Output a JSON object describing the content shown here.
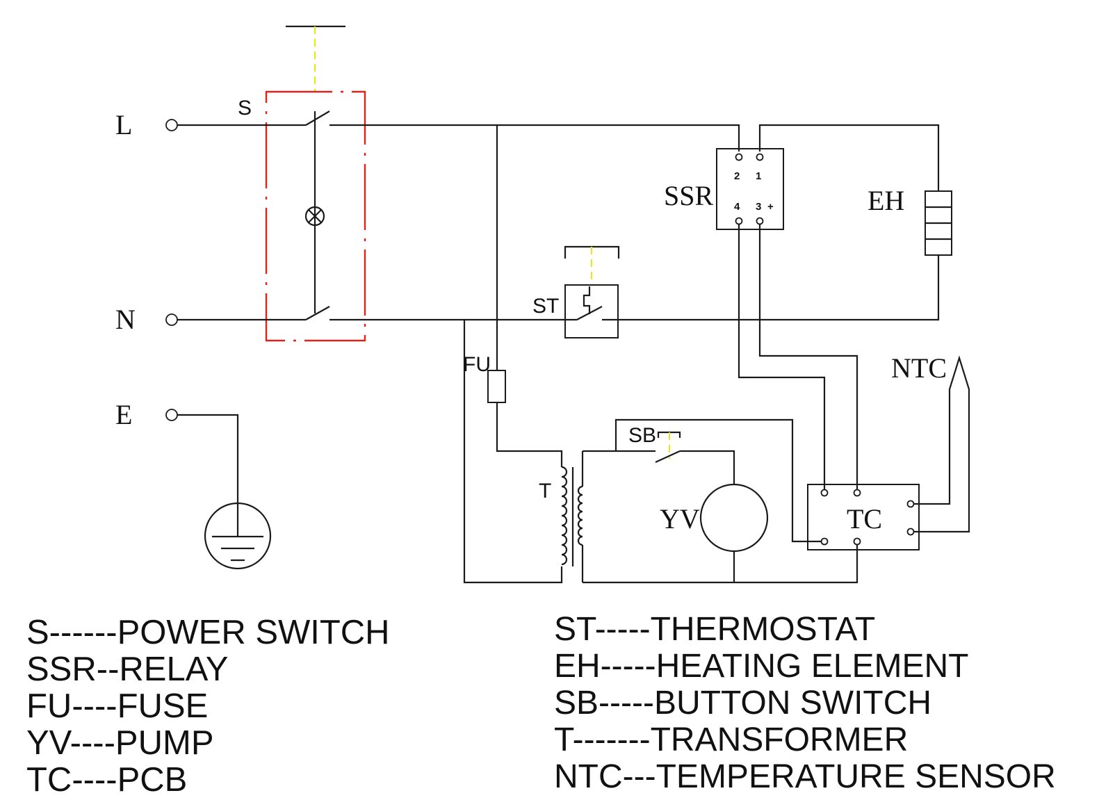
{
  "terminals": {
    "line": "L",
    "neutral": "N",
    "earth": "E"
  },
  "components": {
    "switch": "S",
    "relay": "SSR",
    "relay_pins": [
      "2",
      "1",
      "4",
      "3",
      "+"
    ],
    "heater": "EH",
    "thermostat": "ST",
    "fuse": "FU",
    "transformer": "T",
    "button": "SB",
    "pump": "YV",
    "pcb": "TC",
    "sensor": "NTC"
  },
  "colors": {
    "wire": "#1a1a1a",
    "switch_housing": "#e0231a",
    "actuator_link": "#e6e619"
  },
  "legend": {
    "left": [
      "S------POWER SWITCH",
      "SSR--RELAY",
      "FU----FUSE",
      "YV----PUMP",
      "TC----PCB"
    ],
    "right": [
      "ST-----THERMOSTAT",
      "EH-----HEATING ELEMENT",
      "SB-----BUTTON SWITCH",
      "T-------TRANSFORMER",
      "NTC---TEMPERATURE SENSOR"
    ]
  }
}
